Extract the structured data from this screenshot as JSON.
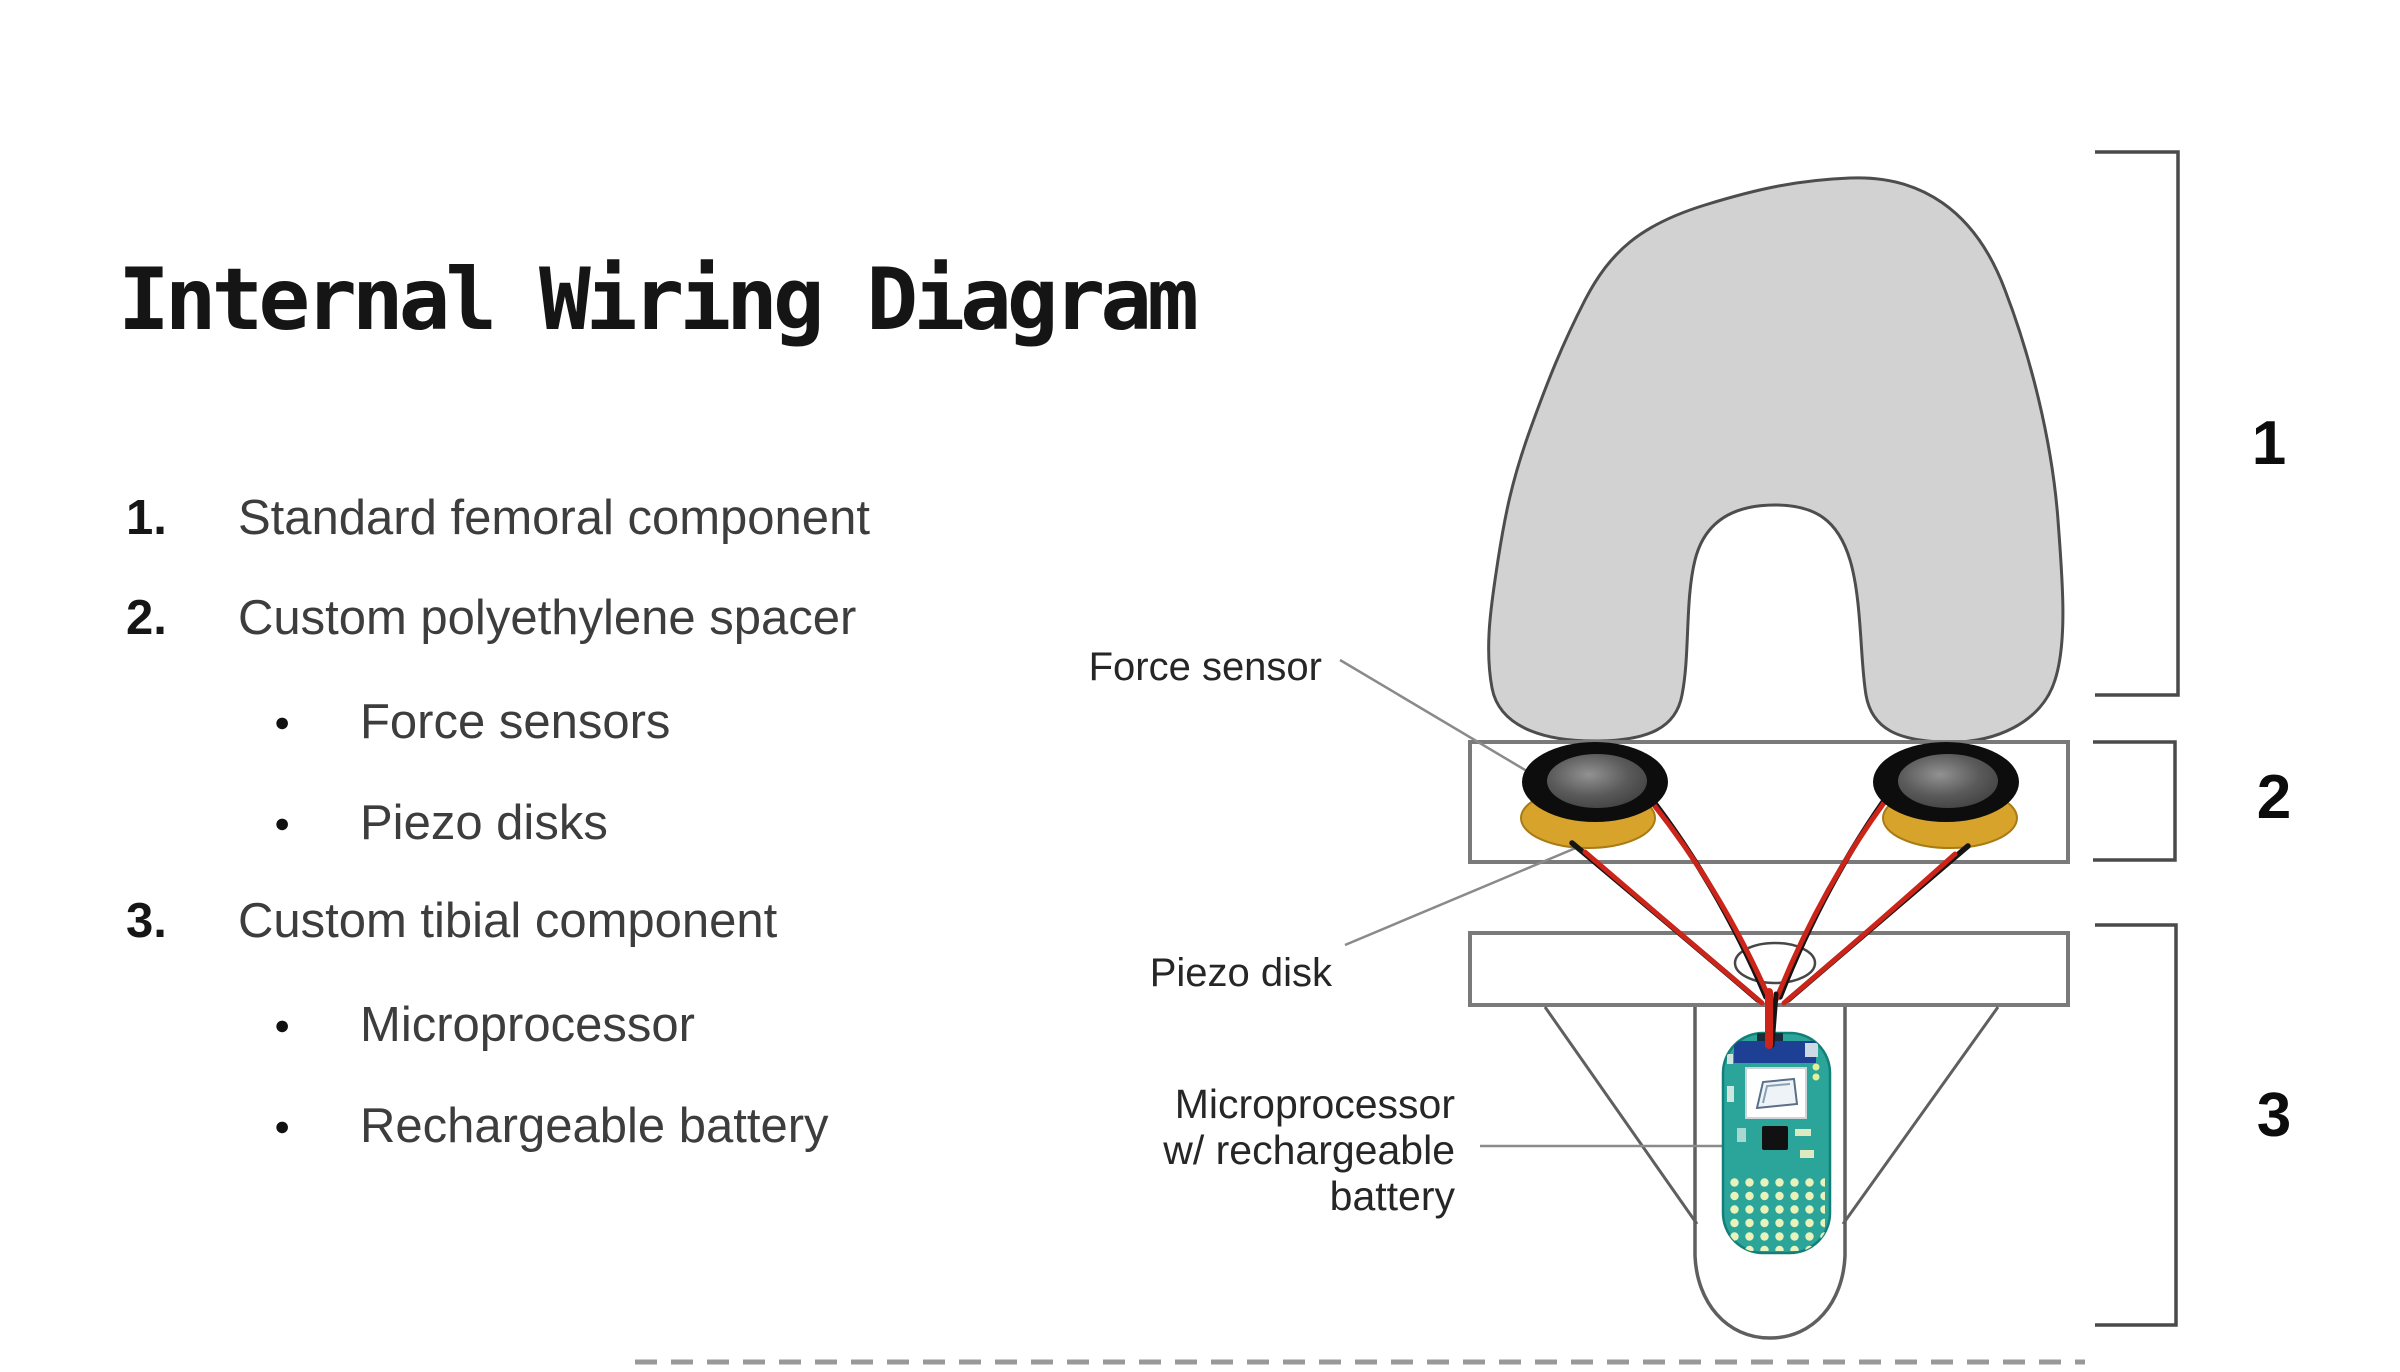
{
  "title": "Internal Wiring Diagram",
  "list": {
    "items": [
      {
        "marker": "1.",
        "label": "Standard femoral component",
        "level": 1
      },
      {
        "marker": "2.",
        "label": "Custom polyethylene spacer",
        "level": 1
      },
      {
        "marker": "●",
        "label": "Force sensors",
        "level": 2
      },
      {
        "marker": "●",
        "label": "Piezo disks",
        "level": 2
      },
      {
        "marker": "3.",
        "label": "Custom tibial component",
        "level": 1
      },
      {
        "marker": "●",
        "label": "Microprocessor",
        "level": 2
      },
      {
        "marker": "●",
        "label": "Rechargeable battery",
        "level": 2
      }
    ]
  },
  "diagram": {
    "callouts": {
      "force_sensor": "Force sensor",
      "piezo_disk": "Piezo disk",
      "microprocessor": "Microprocessor\nw/ rechargeable\nbattery"
    },
    "brackets": [
      {
        "label": "1"
      },
      {
        "label": "2"
      },
      {
        "label": "3"
      }
    ],
    "colors": {
      "background": "#ffffff",
      "femoral_fill": "#d2d2d2",
      "outline_dark": "#4d4d4d",
      "component_stroke": "#7a7a7a",
      "sensor_black": "#0d0d0d",
      "sensor_gray": "#5a5a5a",
      "piezo_gold": "#d7a32a",
      "wire_red": "#cc2418",
      "wire_black": "#151515",
      "board_teal": "#2ba49a",
      "board_header_blue": "#1d3f94",
      "pin_dot": "#e9f2bb",
      "callout_line": "#8a8a8a",
      "bracket_line": "#4a4a4a",
      "text_dark": "#141414",
      "text_gray": "#3d3d3d",
      "dashed_line": "#999999"
    }
  }
}
